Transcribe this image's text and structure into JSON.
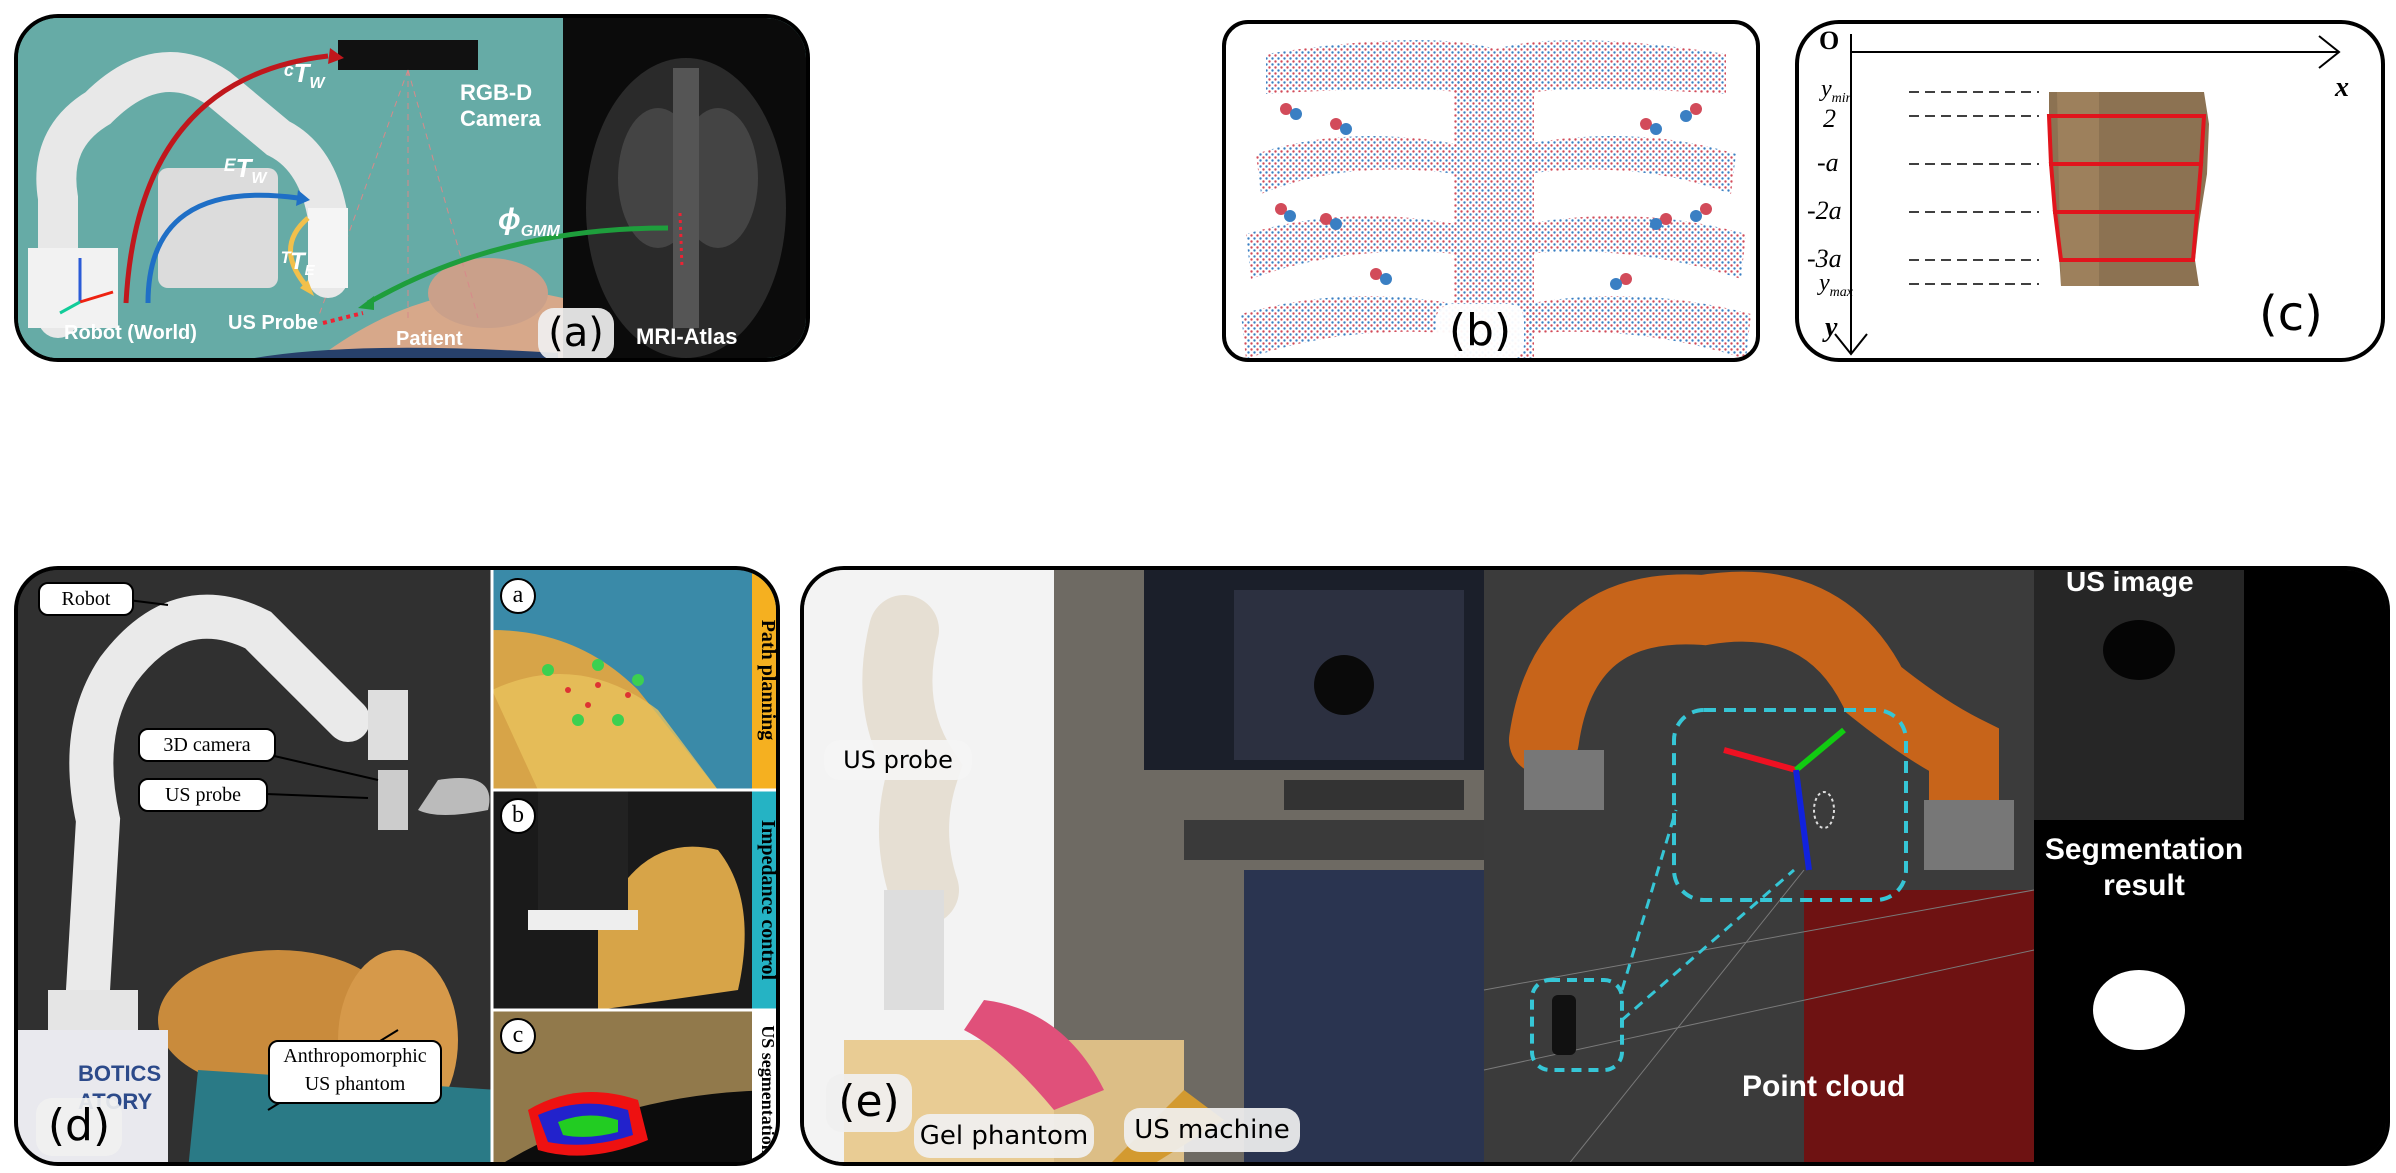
{
  "panel_a": {
    "label": "(a)",
    "camera_label": "RGB-D\nCamera",
    "robot_label": "Robot (World)",
    "probe_label": "US Probe",
    "patient_label": "Patient",
    "atlas_label": "MRI-Atlas",
    "transform_ct": "ᶜT",
    "transform_ct_sub": "W",
    "transform_et": "ᴱT",
    "transform_et_sub": "W",
    "transform_tt": "ᵀT",
    "transform_tt_sub": "E",
    "phi": "ϕ",
    "phi_sub": "GMM",
    "colors": {
      "red_arrow": "#c0171c",
      "blue_arrow": "#1f6fc6",
      "yellow_arrow": "#f2c04b",
      "green_arrow": "#1e9e3c",
      "backdrop": "#5fa5a0"
    }
  },
  "panel_b": {
    "label": "(b)"
  },
  "panel_c": {
    "label": "(c)",
    "origin": "O",
    "x_axis": "x",
    "y_axis": "y",
    "ticks": [
      {
        "main": "y",
        "sub": "min"
      },
      {
        "main": "2",
        "sub": ""
      },
      {
        "main": "-a",
        "sub": ""
      },
      {
        "main": "-2a",
        "sub": ""
      },
      {
        "main": "-3a",
        "sub": ""
      },
      {
        "main": "y",
        "sub": "max"
      }
    ]
  },
  "panel_d": {
    "label": "(d)",
    "robot_label": "Robot",
    "camera_label": "3D camera",
    "probe_label": "US probe",
    "phantom_label": "Anthropomorphic\nUS phantom",
    "inset_a": "a",
    "inset_b": "b",
    "inset_c": "c",
    "side_a": "Path planning",
    "side_b": "Impedance control",
    "side_c": "US segmentation",
    "banner_text": "BOTICS\nATORY"
  },
  "panel_e": {
    "label": "(e)",
    "probe_label": "US probe",
    "gel_label": "Gel phantom",
    "machine_label": "US machine",
    "pointcloud_label": "Point cloud",
    "us_image_label": "US image",
    "seg_label": "Segmentation\nresult"
  }
}
